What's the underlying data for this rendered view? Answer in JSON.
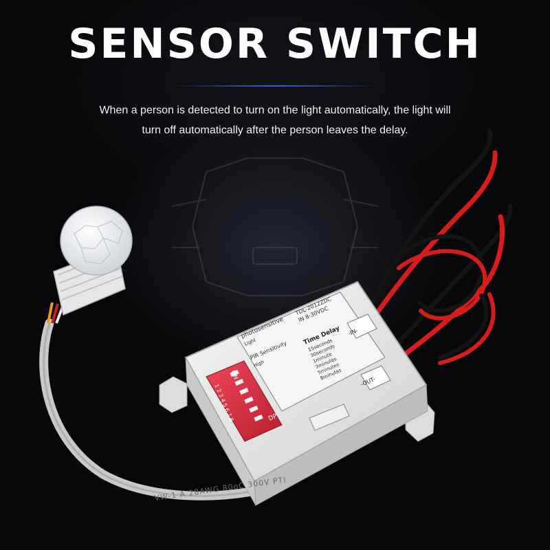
{
  "headline": "SENSOR SWITCH",
  "caption": {
    "line1": "When a person is detected to turn on the light automatically, the light will",
    "line2": "turn off automatically after the person leaves the delay."
  },
  "module": {
    "model": "TDL-2012ZDC",
    "voltage": "IN 8-30VDC",
    "port_in": "-IN-",
    "port_out": "-OUT-",
    "photosensitive": "photosensitive",
    "pir_sensitivity": "PIR Sensitivity",
    "light_label": "Light",
    "high_label": "High",
    "time_delay": "Time Delay",
    "delays": [
      "15seconds",
      "30seconds",
      "1minute",
      "3minutes",
      "5minutes",
      "8minutes"
    ],
    "switch_on": "ON",
    "switch_dp": "DP",
    "switch_numbers": "1 2 3 4 5 6 7 8"
  },
  "cable_print": "VW-1  A  28AWG  80oC  300V  PTI",
  "colors": {
    "background": "#070709",
    "accent_line": "#3a63d8",
    "dip_switch_red": "#e0313f",
    "wire_red": "#d61c1c",
    "wire_black": "#141414",
    "housing": "#ececec"
  }
}
